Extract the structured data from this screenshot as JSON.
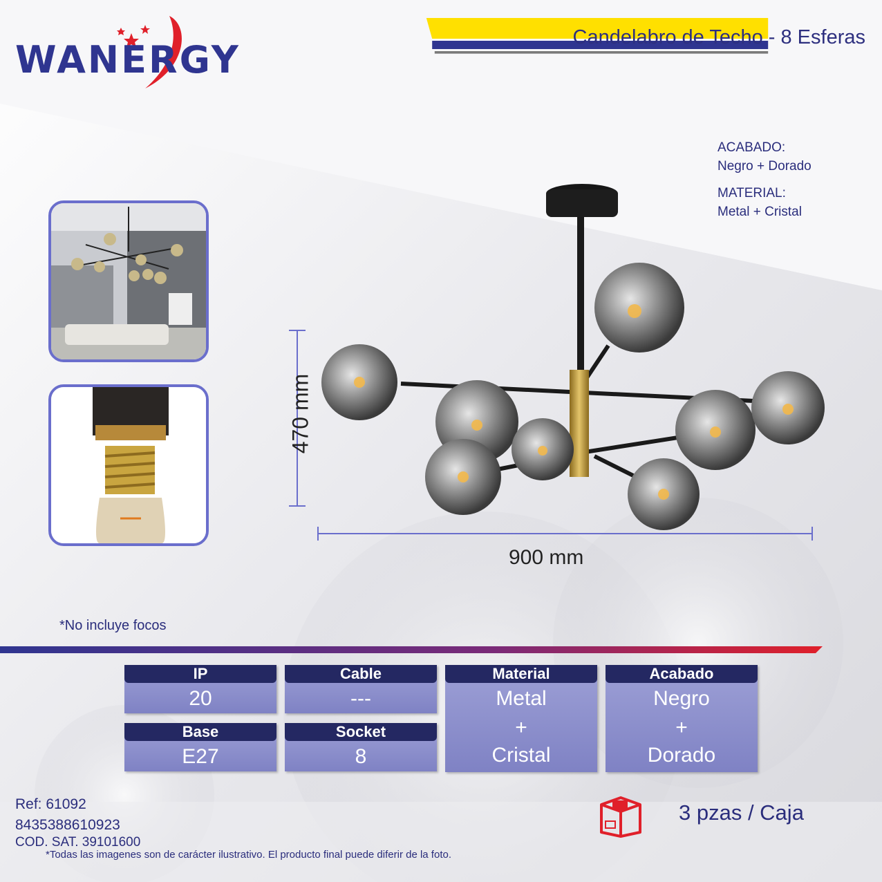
{
  "brand": {
    "name": "WANERGY"
  },
  "header": {
    "title": "Candelabro de Techo - 8 Esferas"
  },
  "specs_side": {
    "finish_label": "ACABADO:",
    "finish_value": "Negro + Dorado",
    "material_label": "MATERIAL:",
    "material_value": "Metal + Cristal"
  },
  "dimensions": {
    "height": "470 mm",
    "width": "900 mm"
  },
  "note": "*No incluye focos",
  "table": {
    "ip": {
      "label": "IP",
      "value": "20"
    },
    "cable": {
      "label": "Cable",
      "value": "---"
    },
    "material": {
      "label": "Material",
      "line1": "Metal",
      "line2": "+",
      "line3": "Cristal"
    },
    "acabado": {
      "label": "Acabado",
      "line1": "Negro",
      "line2": "+",
      "line3": "Dorado"
    },
    "base": {
      "label": "Base",
      "value": "E27"
    },
    "socket": {
      "label": "Socket",
      "value": "8"
    }
  },
  "footer": {
    "ref": "Ref: 61092",
    "ean": "8435388610923",
    "sat": "COD. SAT. 39101600",
    "packaging": "3 pzas / Caja",
    "disclaimer": "*Todas las imagenes son de carácter ilustrativo. El producto final puede diferir de la foto."
  },
  "colors": {
    "brand_blue": "#2f3590",
    "accent_yellow": "#ffe000",
    "accent_red": "#e0202a",
    "gold": "#c9a227"
  },
  "icons": [
    "box-icon"
  ]
}
